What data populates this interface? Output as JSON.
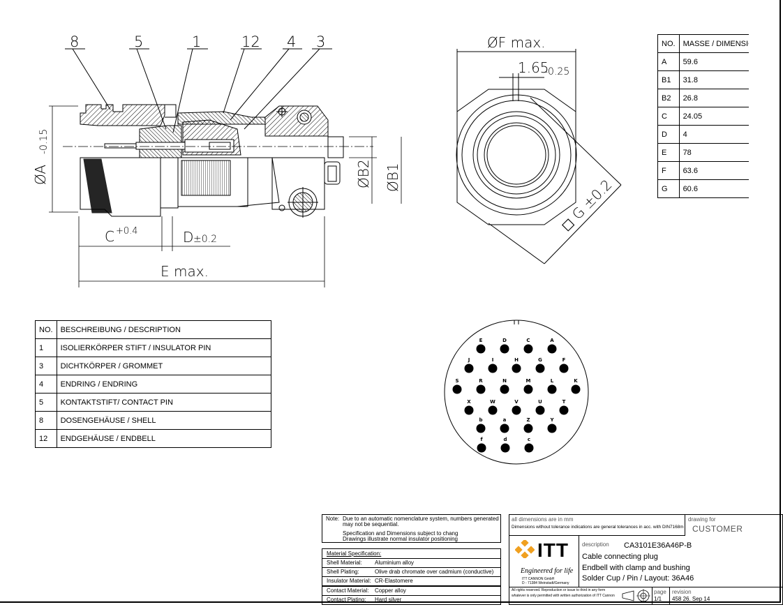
{
  "drawing": {
    "balloons": [
      "8",
      "5",
      "1",
      "12",
      "4",
      "3"
    ],
    "dim_labels": {
      "a": "ØA",
      "a_tol": "-0.15",
      "b2": "ØB2",
      "b1": "ØB1",
      "c": "C",
      "c_tol": "+0.4",
      "d": "D",
      "d_tol": "±0.2",
      "e": "E  max.",
      "f": "ØF  max.",
      "f_small": "1.65",
      "f_small_tol": "-0.25",
      "g": "◻ G ±0.2"
    }
  },
  "dimensions_table": {
    "header": [
      "NO.",
      "MASSE / DIMENSION"
    ],
    "rows": [
      [
        "A",
        "59.6"
      ],
      [
        "B1",
        "31.8"
      ],
      [
        "B2",
        "26.8"
      ],
      [
        "C",
        "24.05"
      ],
      [
        "D",
        "4"
      ],
      [
        "E",
        "78"
      ],
      [
        "F",
        "63.6"
      ],
      [
        "G",
        "60.6"
      ]
    ]
  },
  "parts_table": {
    "header": [
      "NO.",
      "BESCHREIBUNG / DESCRIPTION"
    ],
    "rows": [
      [
        "1",
        "ISOLIERKÖRPER STIFT / INSULATOR PIN"
      ],
      [
        "3",
        "DICHTKÖRPER / GROMMET"
      ],
      [
        "4",
        "ENDRING / ENDRING"
      ],
      [
        "5",
        "KONTAKTSTIFT/ CONTACT PIN"
      ],
      [
        "8",
        "DOSENGEHÄUSE / SHELL"
      ],
      [
        "12",
        "ENDGEHÄUSE / ENDBELL"
      ]
    ]
  },
  "pin_layout": {
    "rows": [
      [
        "E",
        "D",
        "C",
        "A"
      ],
      [
        "J",
        "I",
        "H",
        "G",
        "F"
      ],
      [
        "S",
        "R",
        "N",
        "M",
        "L",
        "K"
      ],
      [
        "X",
        "W",
        "V",
        "U",
        "T"
      ],
      [
        "b",
        "a",
        "Z",
        "Y"
      ],
      [
        "f",
        "d",
        "c"
      ]
    ]
  },
  "notes": {
    "note_label": "Note:",
    "note_1": "Due to an automatic nomenclature system, numbers generated",
    "note_2": "may not be sequential.",
    "note_3": "Specification and Dimensions subject to chang",
    "note_4": "Drawings illustrate normal insulator positioning"
  },
  "material": {
    "heading": "Material Specification:",
    "rows": [
      [
        "Shell Material:",
        "Aluminium alloy"
      ],
      [
        "Shell Plating:",
        "Olive drab chromate over cadmium (conductive)"
      ],
      [
        "Insulator Material:",
        "CR-Elastomere"
      ],
      [
        "Contact Material:",
        "Copper alloy"
      ],
      [
        "Contact Plating:",
        "Hard silver"
      ]
    ]
  },
  "title_block": {
    "all_dims": "all dimensions are in mm",
    "tolerance": "Dimensions without tolerance indications are general tolerances in acc. with DIN7168m",
    "drawing_for_label": "drawing for",
    "drawing_for": "CUSTOMER",
    "logo_text": "ITT",
    "tagline": "Engineered for life",
    "company_1": "ITT CANNON GmbH",
    "company_2": "D - 71384 Weinstadt/Germany",
    "description_label": "description",
    "part_number": "CA3101E36A46P-B",
    "desc_1": "Cable connecting plug",
    "desc_2": "Endbell with clamp and bushing",
    "desc_3": "Solder Cup / Pin / Layout: 36A46",
    "rights_1": "All rights reserved. Reproduction or issue to third in any form",
    "rights_2": "whatever is only permitted with written authorization of ITT Cannon",
    "page_label": "page",
    "page": "1/1",
    "revision_label": "revision",
    "revision": "458 26. Sep 14"
  }
}
